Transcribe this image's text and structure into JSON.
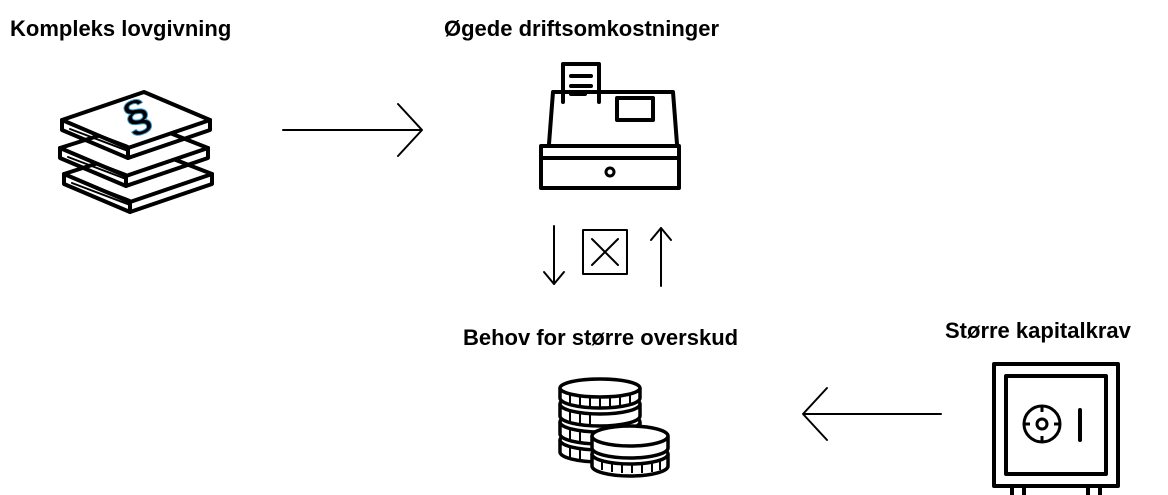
{
  "nodes": {
    "legislation": {
      "label": "Kompleks lovgivning",
      "icon": "law-books-icon"
    },
    "costs": {
      "label": "Øgede driftsomkostninger",
      "icon": "cash-register-icon"
    },
    "surplus": {
      "label": "Behov for større overskud",
      "icon": "coin-stacks-icon"
    },
    "capital": {
      "label": "Større kapitalkrav",
      "icon": "safe-icon"
    }
  },
  "connectors": [
    {
      "from": "legislation",
      "to": "costs",
      "icon": "arrow-right-icon"
    },
    {
      "from": "costs",
      "to": "surplus",
      "icon": "arrows-up-down-icon"
    },
    {
      "from": "capital",
      "to": "surplus",
      "icon": "arrow-left-icon"
    }
  ],
  "colors": {
    "stroke": "#000000",
    "background": "#ffffff"
  }
}
